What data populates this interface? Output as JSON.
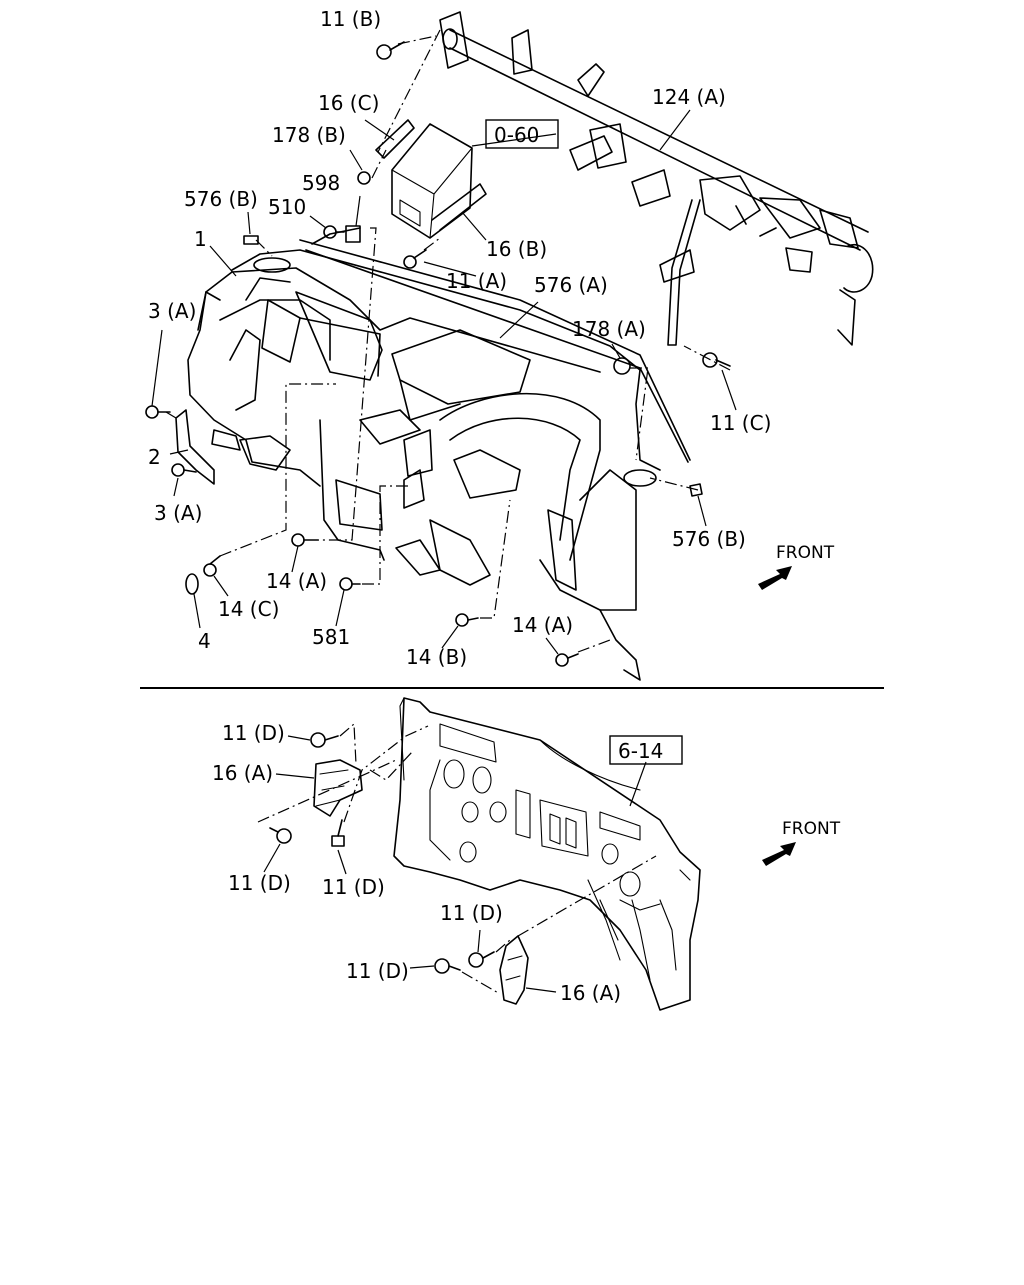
{
  "upper_labels": [
    "11 (B)",
    "124 (A)",
    "16 (C)",
    "178 (B)",
    "0-60",
    "598",
    "576 (B)",
    "510",
    "1",
    "16 (B)",
    "11 (A)",
    "576 (A)",
    "3 (A)",
    "178 (A)",
    "11 (C)",
    "2",
    "3 (A)",
    "576 (B)",
    "14 (A)",
    "14 (C)",
    "4",
    "581",
    "14 (A)",
    "14 (B)"
  ],
  "lower_labels": [
    "11 (D)",
    "16 (A)",
    "6-14",
    "11 (D)",
    "11 (D)",
    "11 (D)",
    "11 (D)",
    "16 (A)"
  ],
  "front_arrows": [
    "FRONT",
    "FRONT"
  ]
}
